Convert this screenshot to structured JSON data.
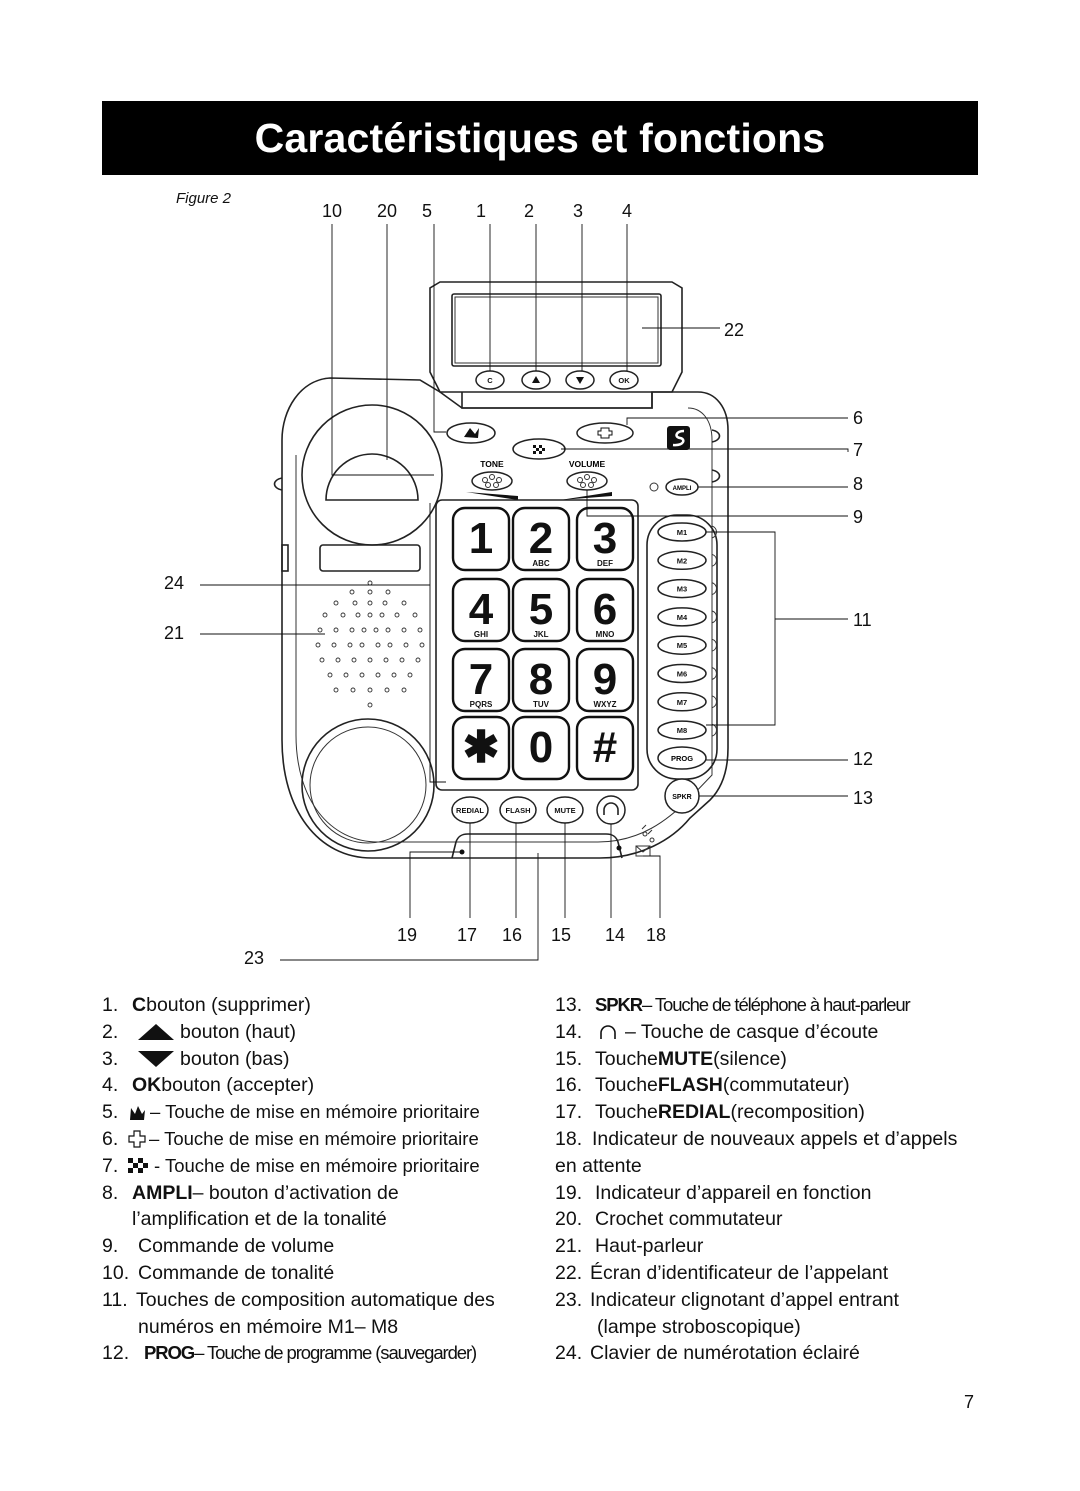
{
  "title": "Caractéristiques et fonctions",
  "figure_label": "Figure 2",
  "callouts": {
    "top": [
      "10",
      "20",
      "5",
      "1",
      "2",
      "3",
      "4"
    ],
    "right": [
      "22",
      "6",
      "7",
      "8",
      "9",
      "11",
      "12",
      "13"
    ],
    "left": [
      "24",
      "21"
    ],
    "bottom": [
      "19",
      "17",
      "16",
      "15",
      "14",
      "18"
    ],
    "bottom_left": "23"
  },
  "phone": {
    "display_keys": [
      "C",
      "▲",
      "▼",
      "OK"
    ],
    "tone_label": "TONE",
    "volume_label": "VOLUME",
    "ampli_label": "AMPLI",
    "keypad": [
      {
        "digit": "1",
        "letters": ""
      },
      {
        "digit": "2",
        "letters": "ABC"
      },
      {
        "digit": "3",
        "letters": "DEF"
      },
      {
        "digit": "4",
        "letters": "GHI"
      },
      {
        "digit": "5",
        "letters": "JKL"
      },
      {
        "digit": "6",
        "letters": "MNO"
      },
      {
        "digit": "7",
        "letters": "PQRS"
      },
      {
        "digit": "8",
        "letters": "TUV"
      },
      {
        "digit": "9",
        "letters": "WXYZ"
      },
      {
        "digit": "✱",
        "letters": ""
      },
      {
        "digit": "0",
        "letters": ""
      },
      {
        "digit": "#",
        "letters": ""
      }
    ],
    "memory_keys": [
      "M1",
      "M2",
      "M3",
      "M4",
      "M5",
      "M6",
      "M7",
      "M8"
    ],
    "prog_label": "PROG",
    "spkr_label": "SPKR",
    "bottom_keys": [
      "REDIAL",
      "FLASH",
      "MUTE"
    ]
  },
  "legend_left": {
    "i1": {
      "n": "1.",
      "b": "C",
      "t": " bouton (supprimer)"
    },
    "i2": {
      "n": "2.",
      "t": "bouton (haut)"
    },
    "i3": {
      "n": "3.",
      "t": "bouton (bas)"
    },
    "i4": {
      "n": "4.",
      "b": "OK",
      "t": " bouton (accepter)"
    },
    "i5": {
      "n": "5.",
      "t": "–  Touche de mise en mémoire prioritaire"
    },
    "i6": {
      "n": "6.",
      "t": "– Touche de mise en mémoire prioritaire"
    },
    "i7": {
      "n": "7.",
      "t": "- Touche de mise en mémoire prioritaire"
    },
    "i8": {
      "n": "8.",
      "b": "AMPLI",
      "t": " – bouton d’activation de",
      "t2": "l’amplification et de la tonalité"
    },
    "i9": {
      "n": "9.",
      "t": "Commande de volume"
    },
    "i10": {
      "n": "10.",
      "t": "Commande de tonalité"
    },
    "i11": {
      "n": "11.",
      "t": "Touches de composition automatique des",
      "t2": "numéros en mémoire M1– M8"
    },
    "i12": {
      "n": "12.",
      "b": "PROG",
      "t": " – Touche de programme (sauvegarder)"
    }
  },
  "legend_right": {
    "i13": {
      "n": "13.",
      "b": "SPKR",
      "t": " – Touche de téléphone à haut-parleur"
    },
    "i14": {
      "n": "14.",
      "t": "– Touche de casque d’écoute"
    },
    "i15": {
      "n": "15.",
      "t1": "Touche ",
      "b": "MUTE",
      "t": " (silence)"
    },
    "i16": {
      "n": "16.",
      "t1": "Touche ",
      "b": "FLASH",
      "t": " (commutateur)"
    },
    "i17": {
      "n": "17.",
      "t1": "Touche ",
      "b": "REDIAL",
      "t": " (recomposition)"
    },
    "i18": {
      "n": "18.",
      "t": "Indicateur de nouveaux appels et d’appels",
      "t2": "en attente"
    },
    "i19": {
      "n": "19.",
      "t": "Indicateur d’appareil en fonction"
    },
    "i20": {
      "n": "20.",
      "t": "Crochet commutateur"
    },
    "i21": {
      "n": "21.",
      "t": "Haut-parleur"
    },
    "i22": {
      "n": "22.",
      "t": "Écran d’identificateur de l’appelant"
    },
    "i23": {
      "n": "23.",
      "t": "Indicateur clignotant d’appel entrant",
      "t2": "(lampe stroboscopique)"
    },
    "i24": {
      "n": "24.",
      "t": "Clavier de numérotation éclairé"
    }
  },
  "page_number": "7"
}
